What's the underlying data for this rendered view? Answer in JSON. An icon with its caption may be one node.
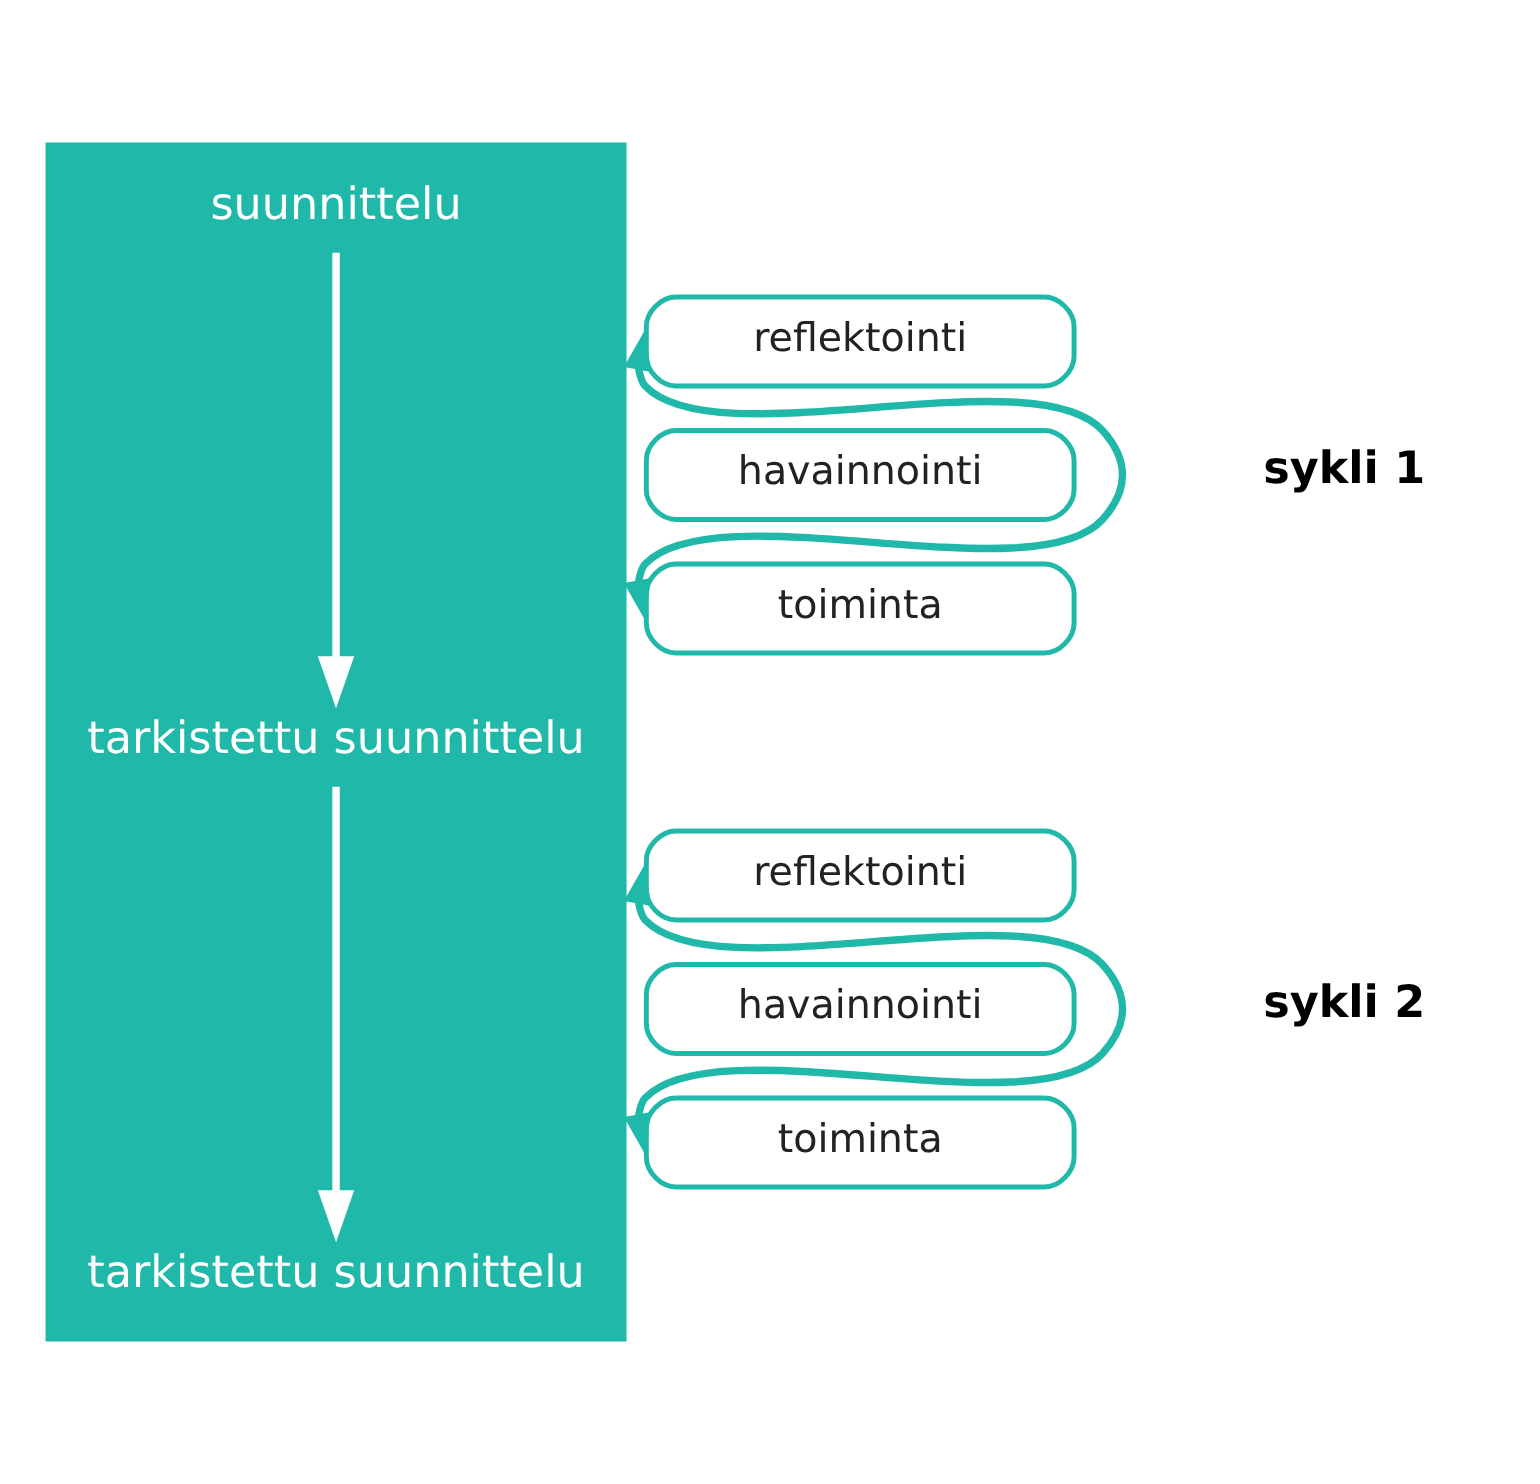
{
  "diagram": {
    "nodes": [
      {
        "text": [],
        "shape": "bar"
      },
      {
        "text": [
          "suunnittelu"
        ],
        "in": 0
      },
      {
        "text": [
          "tarkistettu suunnittelu"
        ],
        "in": 0
      },
      {
        "text": [
          "tarkistettu suunnittelu"
        ],
        "in": 0
      },
      {
        "text": [
          "reflektointi"
        ]
      },
      {
        "text": [
          "havainnointi"
        ]
      },
      {
        "text": [
          "toiminta"
        ]
      },
      {
        "text": [
          "reflektointi"
        ]
      },
      {
        "text": [
          "havainnointi"
        ]
      },
      {
        "text": [
          "toiminta"
        ]
      }
    ],
    "edges": [
      {
        "from": 1,
        "to": 2,
        "arrow": "to",
        "color": "#ffffff"
      },
      {
        "from": 2,
        "to": 3,
        "arrow": "to",
        "color": "#ffffff"
      },
      {
        "from": 4,
        "to": 6,
        "arrow": "both",
        "color": "#20b9a9"
      },
      {
        "from": 7,
        "to": 9,
        "arrow": "both",
        "color": "#20b9a9"
      }
    ],
    "labels": [
      "sykli 1",
      "sykli 2"
    ]
  }
}
